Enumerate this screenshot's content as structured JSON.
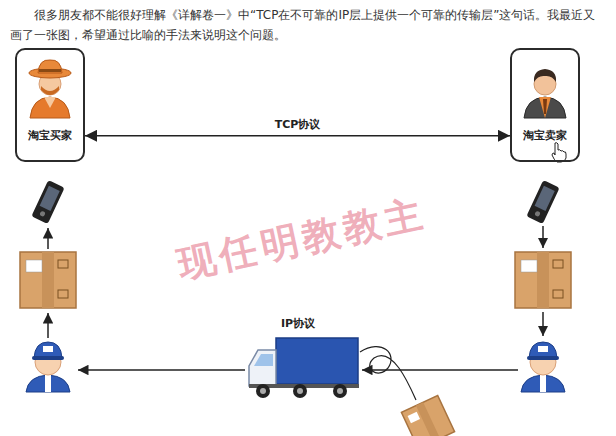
{
  "diagram": {
    "nodes": [
      {
        "text": [
          "淘宝买家"
        ]
      },
      {
        "text": [
          "淘宝卖家"
        ]
      }
    ],
    "edges": [
      {
        "from": 0,
        "to": 1,
        "arrow": "both",
        "label": "TCP协议"
      }
    ],
    "labels": [
      "很多朋友都不能很好理解《详解卷一》中“TCP在不可靠的IP层上提供一个可靠的传输层”这句话。我最近又画了一张图，希望通过比喻的手法来说明这个问题。",
      "IP协议",
      "现任明教教主"
    ]
  }
}
